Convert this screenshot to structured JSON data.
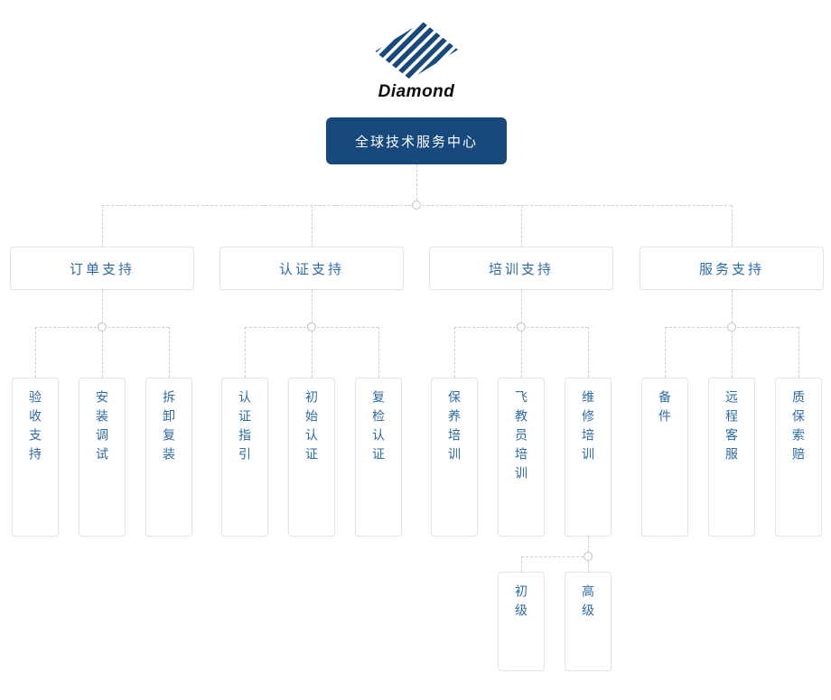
{
  "brand": {
    "wordmark": "Diamond"
  },
  "root": {
    "label": "全球技术服务中心"
  },
  "branches": [
    {
      "label": "订单支持",
      "children": [
        "验收支持",
        "安装调试",
        "拆卸复装"
      ]
    },
    {
      "label": "认证支持",
      "children": [
        "认证指引",
        "初始认证",
        "复检认证"
      ]
    },
    {
      "label": "培训支持",
      "children": [
        "保养培训",
        "飞教员培训",
        "维修培训"
      ]
    },
    {
      "label": "服务支持",
      "children": [
        "备件",
        "远程客服",
        "质保索赔"
      ]
    }
  ],
  "sub_branch": {
    "children": [
      "初级",
      "高级"
    ]
  },
  "colors": {
    "brand": "#17497C",
    "node-text": "#2D6BA4",
    "line": "#CFCFCF",
    "box-border": "#E4E4E4"
  }
}
